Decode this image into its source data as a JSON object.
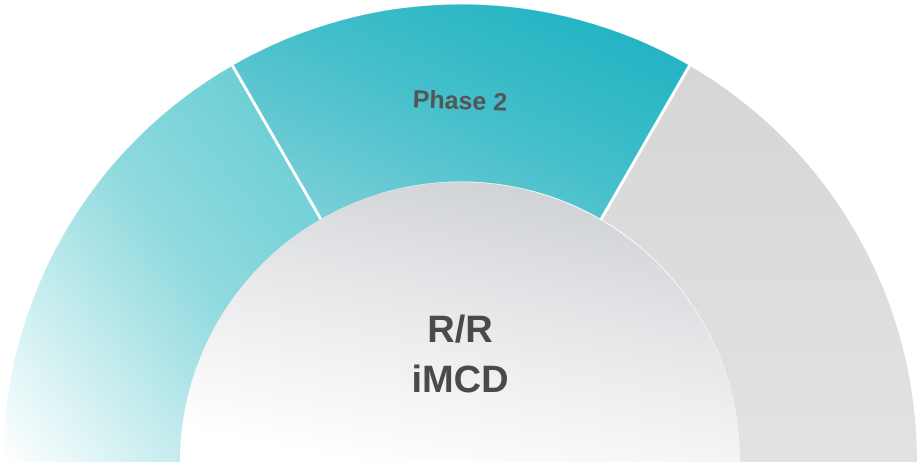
{
  "gauge": {
    "segments": [
      {
        "id": "left",
        "label": "",
        "color": "#5ecad2"
      },
      {
        "id": "middle",
        "label": "Phase 2",
        "color": "#21b3c3"
      },
      {
        "id": "right",
        "label": "",
        "color": "#dcdcdc"
      }
    ],
    "center": {
      "line1": "R/R",
      "line2": "iMCD"
    }
  }
}
